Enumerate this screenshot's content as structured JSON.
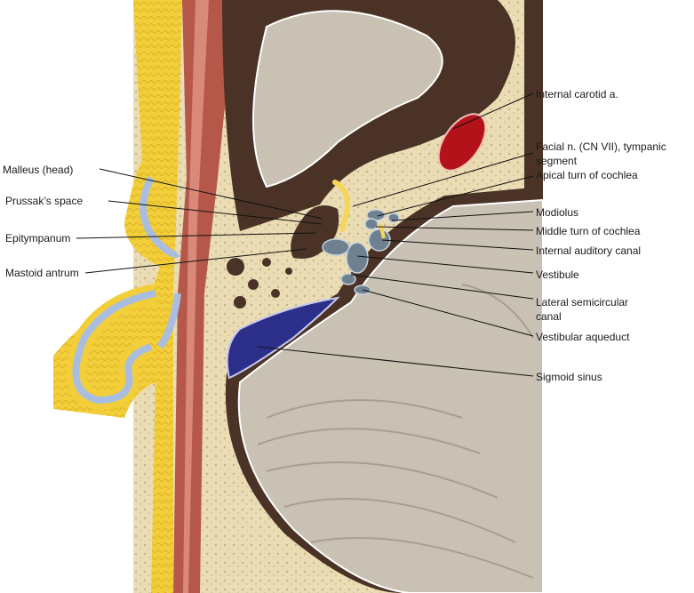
{
  "labels_left": {
    "malleus_head": "Malleus (head)",
    "prussaks_space": "Prussak’s space",
    "epitympanum": "Epitympanum",
    "mastoid_antrum": "Mastoid antrum"
  },
  "labels_right": {
    "internal_carotid": "Internal carotid a.",
    "facial_nerve_line1": "Facial n. (CN VII), tympanic",
    "facial_nerve_line2": "segment",
    "apical_turn": "Apical turn of cochlea",
    "modiolus": "Modiolus",
    "middle_turn": "Middle turn of cochlea",
    "internal_auditory_canal": "Internal auditory canal",
    "vestibule": "Vestibule",
    "lateral_scc_line1": "Lateral semicircular",
    "lateral_scc_line2": "canal",
    "vestibular_aqueduct": "Vestibular aqueduct",
    "sigmoid_sinus": "Sigmoid sinus"
  },
  "colors": {
    "bone": "#eadcb4",
    "dura": "#4a3326",
    "brain": "#c9c1b3",
    "skin_fat": "#f2cf3a",
    "muscle": "#b5584a",
    "carotid": "#b3121a",
    "sigmoid": "#2c2f8a",
    "labyrinth": "#6f8190",
    "nerve": "#f5d65a"
  }
}
